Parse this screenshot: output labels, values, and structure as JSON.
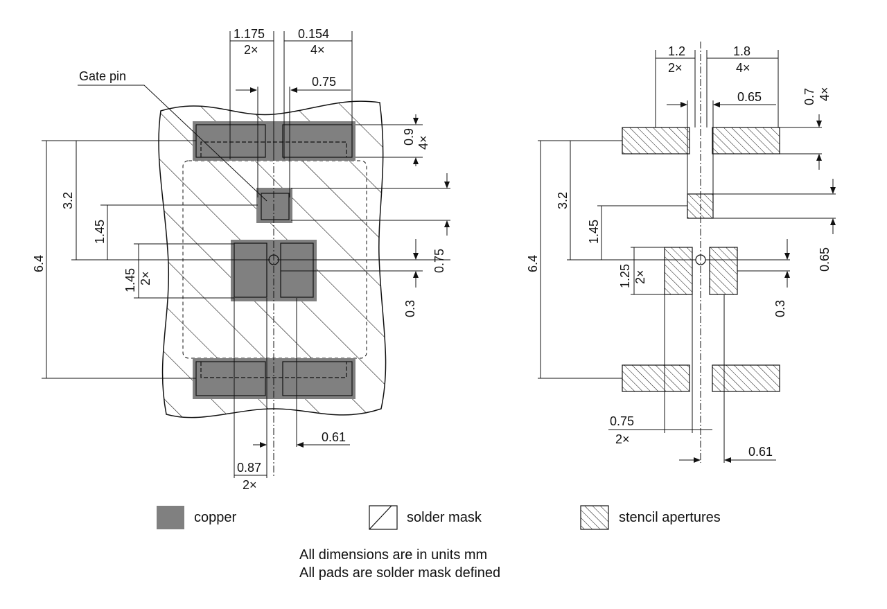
{
  "footprint": {
    "gate_label": "Gate pin",
    "dims": {
      "top_a": "1.175",
      "top_a_mult": "2×",
      "top_b": "0.154",
      "top_b_mult": "4×",
      "top_c": "0.75",
      "side_a": "0.9",
      "side_a_mult": "4×",
      "left_a": "6.4",
      "left_b": "3.2",
      "left_c": "1.45",
      "left_d": "1.45",
      "left_d_mult": "2×",
      "right_a": "0.75",
      "right_b": "0.3",
      "bottom_a": "0.61",
      "bottom_b": "0.87",
      "bottom_b_mult": "2×"
    }
  },
  "stencil": {
    "dims": {
      "top_a": "1.2",
      "top_a_mult": "2×",
      "top_b": "1.8",
      "top_b_mult": "4×",
      "top_c": "0.65",
      "side_a": "0.7",
      "side_a_mult": "4×",
      "left_a": "6.4",
      "left_b": "3.2",
      "left_c": "1.45",
      "left_d": "1.25",
      "left_d_mult": "2×",
      "right_a": "0.65",
      "right_b": "0.3",
      "bottom_a": "0.75",
      "bottom_a_mult": "2×",
      "bottom_b": "0.61"
    }
  },
  "legend": {
    "copper": "copper",
    "solder_mask": "solder mask",
    "stencil": "stencil apertures"
  },
  "notes": {
    "line1": "All dimensions are in units mm",
    "line2": "All pads are solder mask defined"
  },
  "colors": {
    "copper": "#808080",
    "line": "#111111"
  }
}
